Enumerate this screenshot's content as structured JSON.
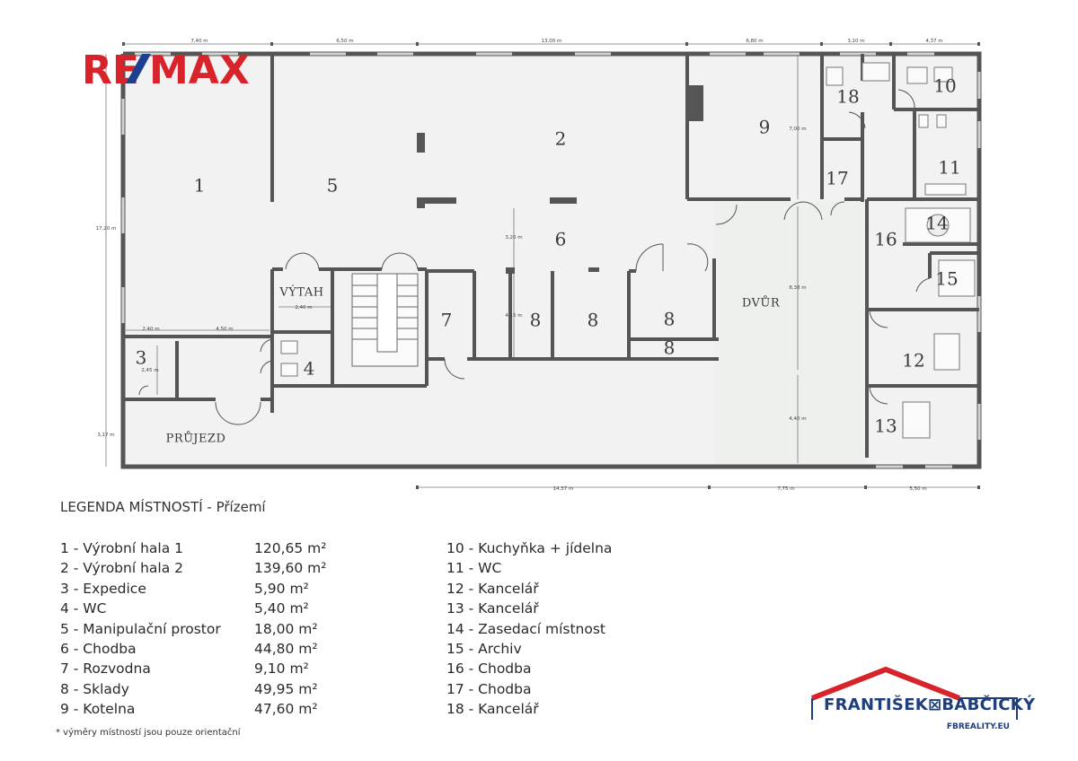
{
  "brand": {
    "remax_re": "RE",
    "remax_max": "MAX",
    "remax_red": "#d8232a",
    "remax_blue": "#1d3f8f",
    "agency_name": "FRANTIŠEK⊠BABČICKÝ",
    "agency_url": "FBREALITY.EU",
    "agency_roof_color": "#d8232a",
    "agency_text_color": "#1f3d7a"
  },
  "plan": {
    "rooms": {
      "r1": "1",
      "r2": "2",
      "r3": "3",
      "r4": "4",
      "r5": "5",
      "r6": "6",
      "r7": "7",
      "r8a": "8",
      "r8b": "8",
      "r8c": "8",
      "r8d": "8",
      "r9": "9",
      "r10": "10",
      "r11": "11",
      "r12": "12",
      "r13": "13",
      "r14": "14",
      "r15": "15",
      "r16": "16",
      "r17": "17",
      "r18": "18"
    },
    "labels": {
      "vytah": "VÝTAH",
      "dvur": "DVŮR",
      "prujezd": "PRŮJEZD"
    },
    "dimensions": {
      "top_1": "7,40 m",
      "top_2": "6,50 m",
      "top_3": "13,00 m",
      "top_4": "6,80 m",
      "top_5": "3,10 m",
      "top_6": "4,37 m",
      "left_1": "17,20 m",
      "left_2": "3,17 m",
      "bottom_1": "14,37 m",
      "bottom_2": "7,75 m",
      "bottom_3": "5,50 m",
      "in_240a": "2,40 m",
      "in_450": "4,50 m",
      "in_240b": "2,40 m",
      "in_245": "2,45 m",
      "in_320": "3,20 m",
      "in_415": "4,15 m",
      "in_700": "7,00 m",
      "in_838": "8,38 m",
      "in_440": "4,40 m"
    },
    "colors": {
      "wall": "#555555",
      "floor": "#f1f2f1",
      "room_fill": "#ebeceb"
    }
  },
  "legend": {
    "title": "LEGENDA MÍSTNOSTÍ - Přízemí",
    "left": [
      {
        "name": "1 - Výrobní hala 1",
        "area": "120,65 m²"
      },
      {
        "name": "2 - Výrobní hala 2",
        "area": "139,60 m²"
      },
      {
        "name": "3 - Expedice",
        "area": "5,90 m²"
      },
      {
        "name": "4 - WC",
        "area": "5,40 m²"
      },
      {
        "name": "5 - Manipulační prostor",
        "area": "18,00 m²"
      },
      {
        "name": "6 - Chodba",
        "area": "44,80 m²"
      },
      {
        "name": "7 - Rozvodna",
        "area": "9,10 m²"
      },
      {
        "name": "8 - Sklady",
        "area": "49,95 m²"
      },
      {
        "name": "9 - Kotelna",
        "area": "47,60 m²"
      }
    ],
    "right": [
      "10 - Kuchyňka + jídelna",
      "11 - WC",
      "12 - Kancelář",
      "13 - Kancelář",
      "14 - Zasedací místnost",
      "15 - Archiv",
      "16 - Chodba",
      "17 - Chodba",
      "18 - Kancelář"
    ],
    "note": "* výměry místností jsou pouze orientační"
  }
}
